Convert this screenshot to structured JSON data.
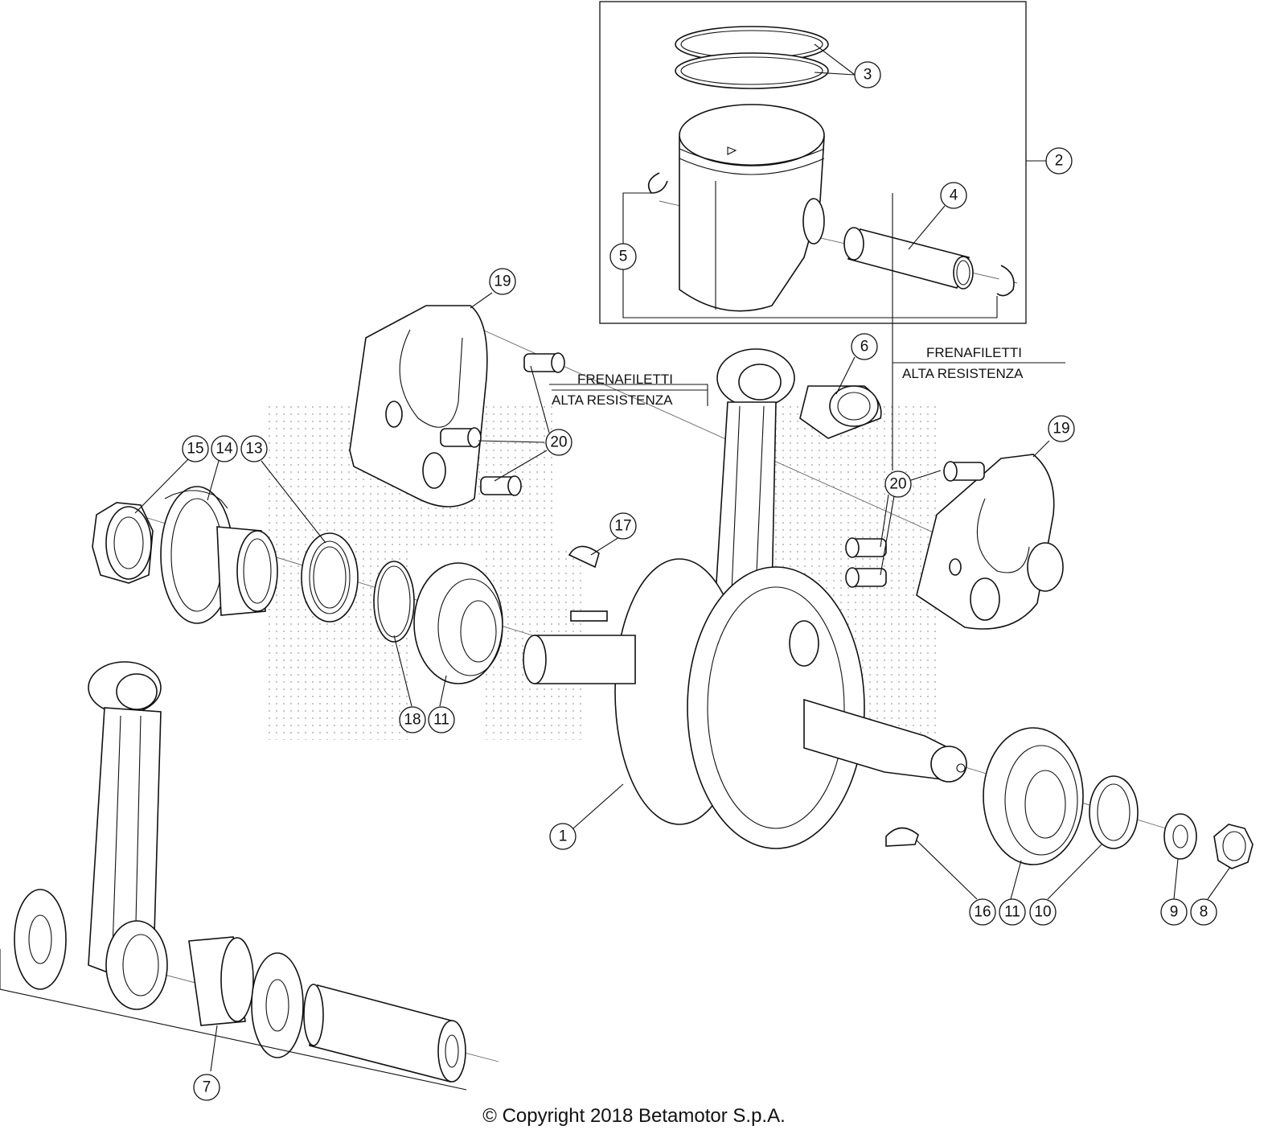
{
  "callouts": {
    "c1": "1",
    "c2": "2",
    "c3": "3",
    "c4": "4",
    "c5": "5",
    "c6": "6",
    "c7": "7",
    "c8": "8",
    "c9": "9",
    "c10": "10",
    "c11a": "11",
    "c11b": "11",
    "c13": "13",
    "c14": "14",
    "c15": "15",
    "c16": "16",
    "c17": "17",
    "c18": "18",
    "c19a": "19",
    "c19b": "19",
    "c20a": "20",
    "c20b": "20"
  },
  "notes": {
    "left_line1": "FRENAFILETTI",
    "left_line2": "ALTA RESISTENZA",
    "right_line1": "FRENAFILETTI",
    "right_line2": "ALTA RESISTENZA"
  },
  "copyright": "© Copyright 2018 Betamotor S.p.A."
}
